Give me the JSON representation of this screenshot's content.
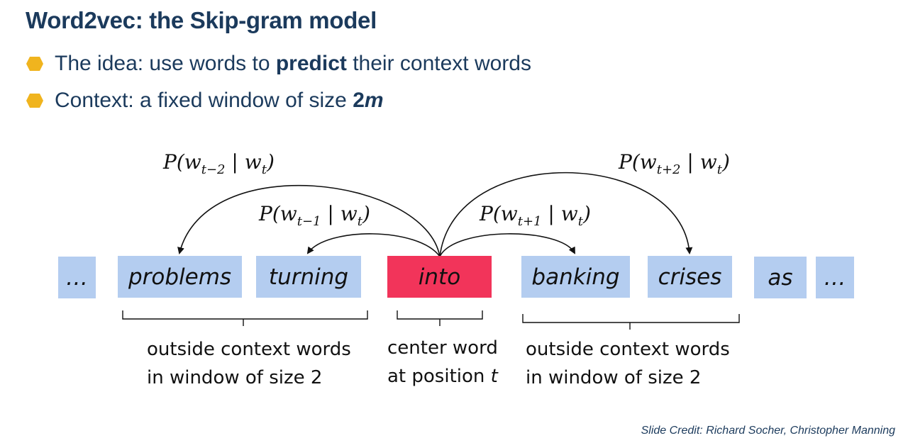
{
  "title": "Word2vec: the Skip-gram model",
  "bullets": [
    {
      "pre": "The idea: use words to ",
      "bold": "predict",
      "post": " their context words"
    },
    {
      "pre": "Context: a fixed window of size ",
      "bold": "2",
      "bold_italic": "m"
    }
  ],
  "words": [
    "…",
    "problems",
    "turning",
    "into",
    "banking",
    "crises",
    "as",
    "…"
  ],
  "probabilities": {
    "p_minus2": {
      "pre": "P(w",
      "sub": "t−2",
      "mid": " | w",
      "sub2": "t",
      "post": ")"
    },
    "p_minus1": {
      "pre": "P(w",
      "sub": "t−1",
      "mid": " | w",
      "sub2": "t",
      "post": ")"
    },
    "p_plus1": {
      "pre": "P(w",
      "sub": "t+1",
      "mid": " | w",
      "sub2": "t",
      "post": ")"
    },
    "p_plus2": {
      "pre": "P(w",
      "sub": "t+2",
      "mid": " | w",
      "sub2": "t",
      "post": ")"
    }
  },
  "labels": {
    "left_line1": "outside context words",
    "left_line2": "in window of size 2",
    "center_line1": "center word",
    "center_line2_pre": "at position ",
    "center_line2_var": "t",
    "right_line1": "outside context words",
    "right_line2": "in window of size 2"
  },
  "credit": "Slide Credit: Richard Socher, Christopher Manning",
  "colors": {
    "title": "#1b3a5c",
    "bullet": "#f0b41e",
    "context_box": "#b4cdf0",
    "center_box": "#f2345a"
  }
}
